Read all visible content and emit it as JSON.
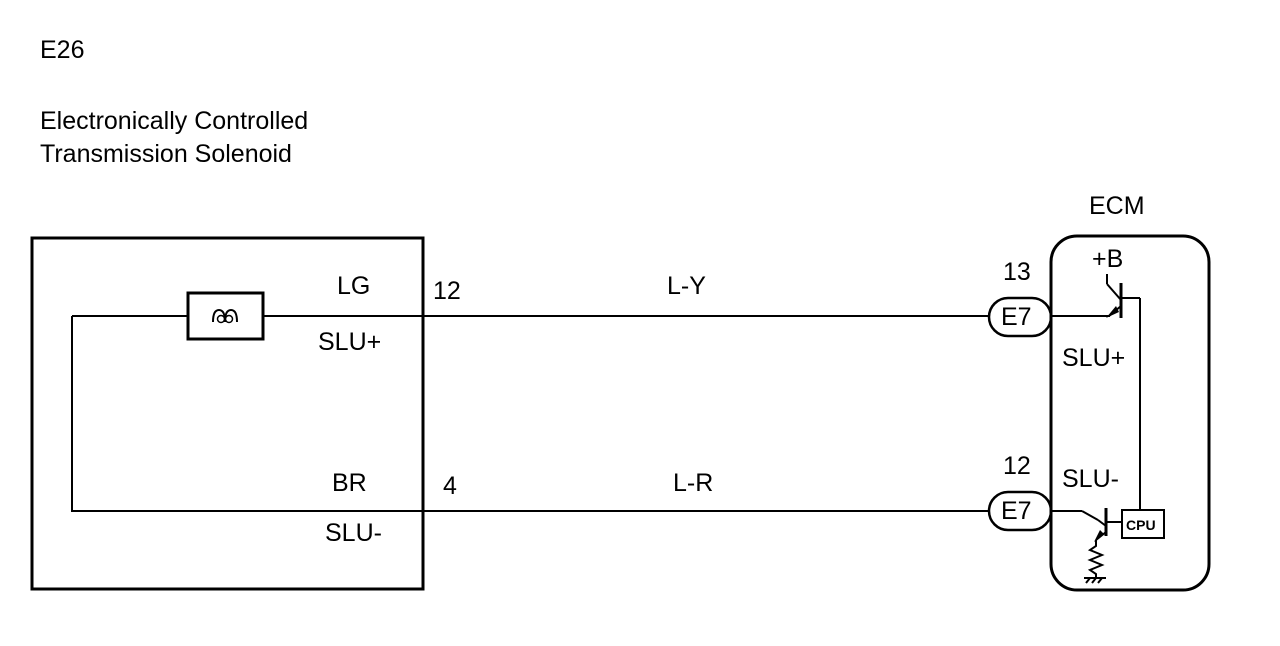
{
  "component": {
    "code": "E26",
    "name_line1": "Electronically Controlled",
    "name_line2": "Transmission Solenoid"
  },
  "ecm": {
    "label": "ECM",
    "supply": "+B",
    "cpu": "CPU",
    "pin_slu_plus": "SLU+",
    "pin_slu_minus": "SLU-"
  },
  "wires": [
    {
      "color_code": "LG",
      "terminal_name": "SLU+",
      "component_pin": "12",
      "harness_color": "L-Y",
      "ecm_pin": "13",
      "connector": "E7"
    },
    {
      "color_code": "BR",
      "terminal_name": "SLU-",
      "component_pin": "4",
      "harness_color": "L-R",
      "ecm_pin": "12",
      "connector": "E7"
    }
  ]
}
